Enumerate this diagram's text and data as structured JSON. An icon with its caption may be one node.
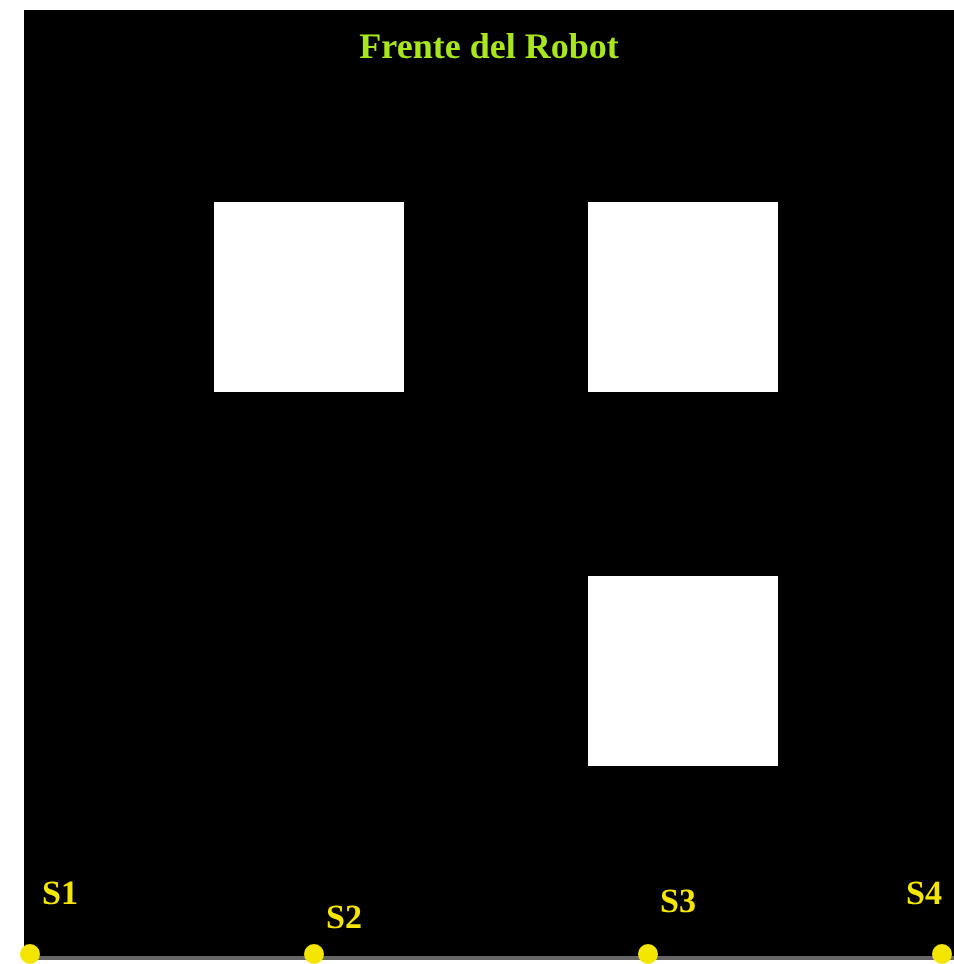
{
  "diagram": {
    "title": "Frente del Robot",
    "nodes": [
      {
        "text": [],
        "shape": "box"
      },
      {
        "text": [],
        "shape": "box"
      },
      {
        "text": [],
        "shape": "box"
      },
      {
        "text": [
          "S1"
        ]
      },
      {
        "text": [
          "S2"
        ]
      },
      {
        "text": [
          "S3"
        ]
      },
      {
        "text": [
          "S4"
        ]
      }
    ]
  }
}
